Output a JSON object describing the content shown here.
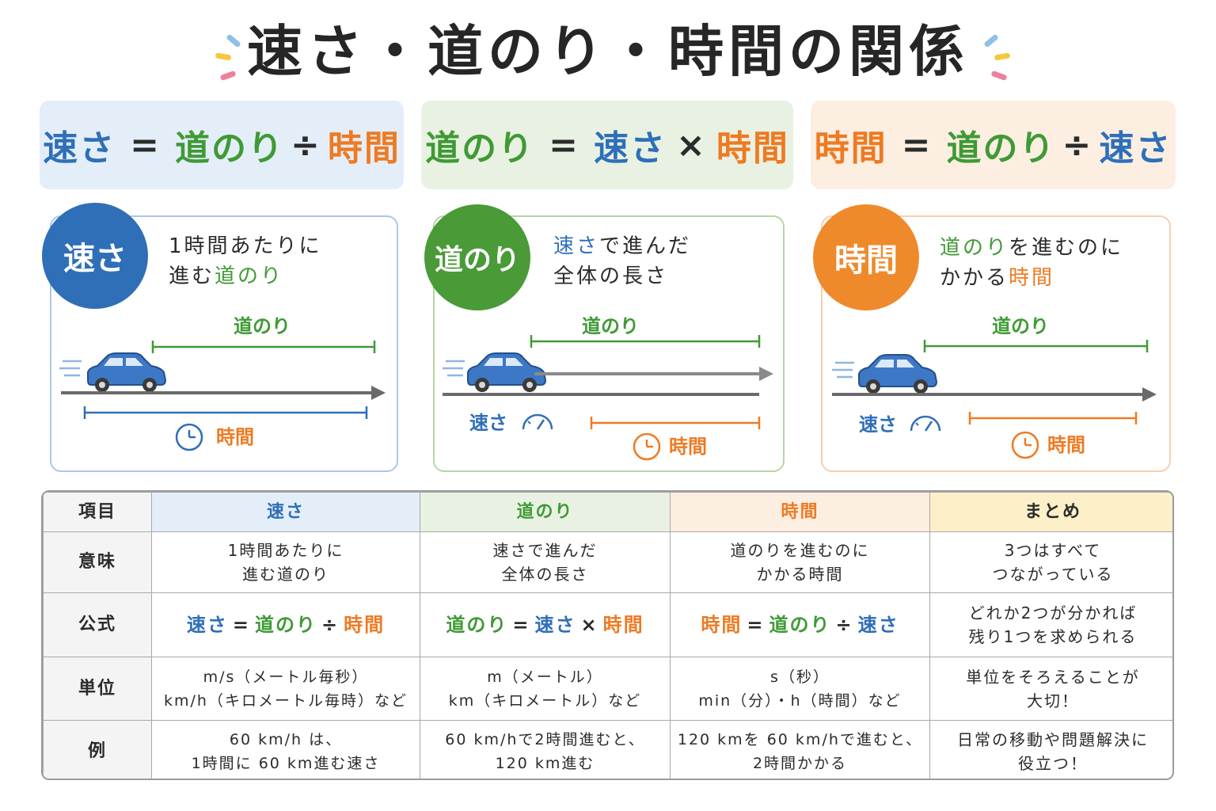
{
  "title": "速さ・道のり・時間の関係",
  "terms": {
    "speed": "速さ",
    "distance": "道のり",
    "time": "時間"
  },
  "ops": {
    "eq": "=",
    "div": "÷",
    "mul": "×"
  },
  "cards": {
    "speed": {
      "badge": "速さ",
      "desc_line1": "1時間あたりに",
      "desc_line2_prefix": "進む",
      "desc_line2_term": "道のり",
      "label_distance": "道のり",
      "label_time": "時間"
    },
    "distance": {
      "badge": "道のり",
      "desc_line1_term": "速さ",
      "desc_line1_suffix": "で進んだ",
      "desc_line2": "全体の長さ",
      "label_distance": "道のり",
      "label_speed": "速さ",
      "label_time": "時間"
    },
    "time": {
      "badge": "時間",
      "desc_line1_term": "道のり",
      "desc_line1_suffix": "を進むのに",
      "desc_line2_prefix": "かかる",
      "desc_line2_term": "時間",
      "label_distance": "道のり",
      "label_speed": "速さ",
      "label_time": "時間"
    }
  },
  "table": {
    "headers": [
      "項目",
      "速さ",
      "道のり",
      "時間",
      "まとめ"
    ],
    "rows": {
      "meaning": {
        "head": "意味",
        "speed": [
          "1時間あたりに",
          "進む道のり"
        ],
        "distance": [
          "速さで進んだ",
          "全体の長さ"
        ],
        "time": [
          "道のりを進むのに",
          "かかる時間"
        ],
        "summary": [
          "3つはすべて",
          "つながっている"
        ]
      },
      "formula": {
        "head": "公式",
        "summary": [
          "どれか2つが分かれば",
          "残り1つを求められる"
        ]
      },
      "unit": {
        "head": "単位",
        "speed": [
          "m/s（メートル毎秒）",
          "km/h（キロメートル毎時）など"
        ],
        "distance": [
          "m（メートル）",
          "km（キロメートル）など"
        ],
        "time": [
          "s（秒）",
          "min（分）・h（時間）など"
        ],
        "summary": [
          "単位をそろえることが",
          "大切！"
        ]
      },
      "example": {
        "head": "例",
        "speed": [
          "60 km/h は、",
          "1時間に 60 km進む速さ"
        ],
        "distance": [
          "60 km/hで2時間進むと、",
          "120 km進む"
        ],
        "time": [
          "120 kmを 60 km/hで進むと、",
          "2時間かかる"
        ],
        "summary": [
          "日常の移動や問題解決に",
          "役立つ！"
        ]
      }
    }
  },
  "colors": {
    "speed": "#2f6fb8",
    "distance": "#3f9a35",
    "time": "#ee7a22",
    "summary_header": "#fdf0c8"
  },
  "icons": [
    "car-icon",
    "clock-icon",
    "speedometer-icon",
    "sparkle-icon"
  ]
}
